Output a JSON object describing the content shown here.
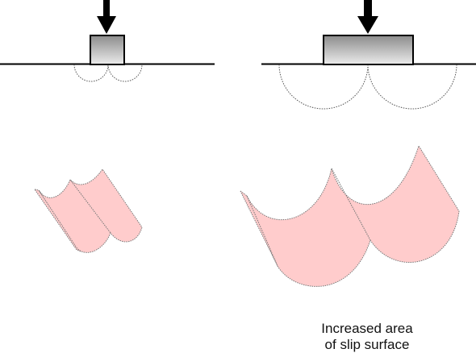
{
  "caption": {
    "line1": "Increased area",
    "line2": "of slip surface"
  },
  "colors": {
    "ground": "#000000",
    "slip_outline": "#555555",
    "slip_fill": "#ffcccc",
    "slip_stroke": "#777777",
    "footing_dark": "#8c8c8c",
    "footing_light": "#e6e6e6",
    "arrow": "#000000"
  },
  "panels": [
    {
      "name": "narrow-footing",
      "description_label": ""
    },
    {
      "name": "wide-footing",
      "description_label": ""
    }
  ]
}
